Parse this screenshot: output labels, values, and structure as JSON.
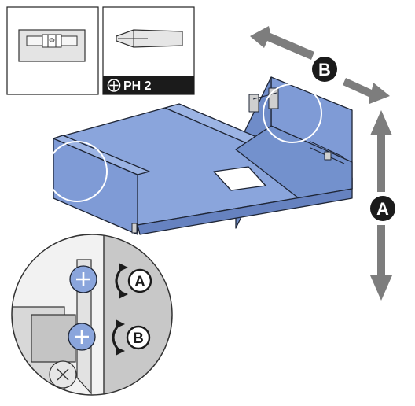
{
  "tools": {
    "level": {
      "icon": "spirit-level-icon"
    },
    "screwdriver": {
      "icon": "screwdriver-icon",
      "bit_symbol": "⊕",
      "label": "PH 2"
    }
  },
  "adjustments": {
    "A": {
      "label": "A",
      "meaning_icon": "vertical-arrow-icon"
    },
    "B": {
      "label": "B",
      "meaning_icon": "horizontal-arrow-icon"
    }
  },
  "detail_markers": {
    "A": "A",
    "B": "B"
  },
  "colors": {
    "cabinet_fill": "#8aa5dc",
    "cabinet_dark": "#6f8cc9",
    "cabinet_stroke": "#1e2535",
    "arrow_gray": "#7d7d7d",
    "badge_black": "#1b1b1b",
    "screw_blue": "#8aa5dc",
    "bracket_gray": "#cfcfcf"
  }
}
